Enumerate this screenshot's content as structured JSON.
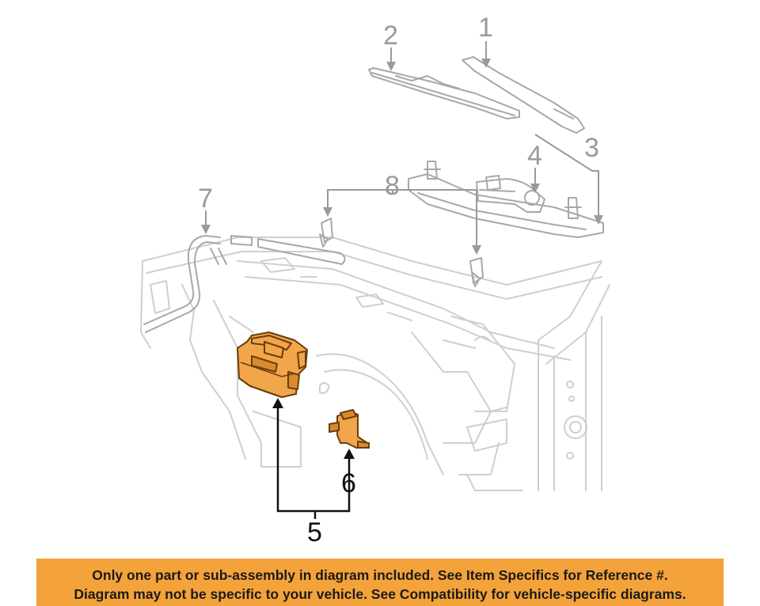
{
  "callouts": {
    "c1": "1",
    "c2": "2",
    "c3": "3",
    "c4": "4",
    "c5": "5",
    "c6": "6",
    "c7": "7",
    "c8": "8"
  },
  "banner": {
    "line1": "Only one part or sub-assembly in diagram included. See Item Specifics for Reference #.",
    "line2": "Diagram may not be specific to your vehicle. See Compatibility for vehicle-specific diagrams."
  },
  "colors": {
    "highlight_part": "#f2a64a",
    "banner_bg": "#f4a33a",
    "ghost_lines": "#cfcfcf"
  }
}
